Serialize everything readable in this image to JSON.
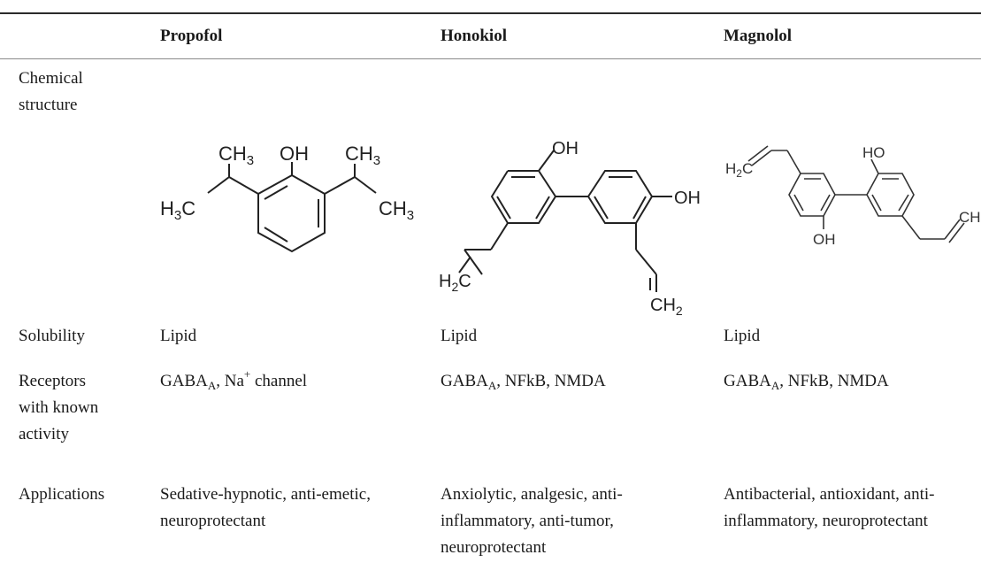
{
  "table": {
    "header": {
      "col1": "",
      "col2": "Propofol",
      "col3": "Honokiol",
      "col4": "Magnolol"
    },
    "rows": {
      "structure": {
        "label_line1": "Chemical",
        "label_line2": "structure",
        "propofol": {
          "ch3_left_top": "CH",
          "ch3_left_top_sub": "3",
          "oh": "OH",
          "ch3_right_top": "CH",
          "ch3_right_top_sub": "3",
          "h3c_left_pre": "H",
          "h3c_left_sub": "3",
          "h3c_left_post": "C",
          "ch3_right": "CH",
          "ch3_right_sub": "3"
        },
        "honokiol": {
          "oh_top": "OH",
          "oh_right": "OH",
          "h2c_pre": "H",
          "h2c_sub": "2",
          "h2c_post": "C",
          "ch2": "CH",
          "ch2_sub": "2"
        },
        "magnolol": {
          "h2c_pre": "H",
          "h2c_sub": "2",
          "h2c_post": "C",
          "ho": "HO",
          "oh": "OH",
          "ch_clip": "CH"
        }
      },
      "solubility": {
        "label": "Solubility",
        "propofol": "Lipid",
        "honokiol": "Lipid",
        "magnolol": "Lipid"
      },
      "receptors": {
        "label_line1": "Receptors",
        "label_line2": "with known",
        "label_line3": "activity",
        "propofol": {
          "gaba": "GABA",
          "gaba_sub": "A",
          "sep": ", Na",
          "na_sup": "+",
          "rest": " channel"
        },
        "honokiol": {
          "gaba": "GABA",
          "gaba_sub": "A",
          "rest": ", NFkB, NMDA"
        },
        "magnolol": {
          "gaba": "GABA",
          "gaba_sub": "A",
          "rest": ", NFkB, NMDA"
        }
      },
      "applications": {
        "label": "Applications",
        "propofol": [
          "Sedative-hypnotic, anti-emetic,",
          "neuroprotectant"
        ],
        "honokiol": [
          "Anxiolytic, analgesic, anti-",
          "inflammatory, anti-tumor,",
          "neuroprotectant"
        ],
        "magnolol": [
          "Antibacterial, antioxidant, anti-",
          "inflammatory, neuroprotectant"
        ]
      }
    }
  }
}
